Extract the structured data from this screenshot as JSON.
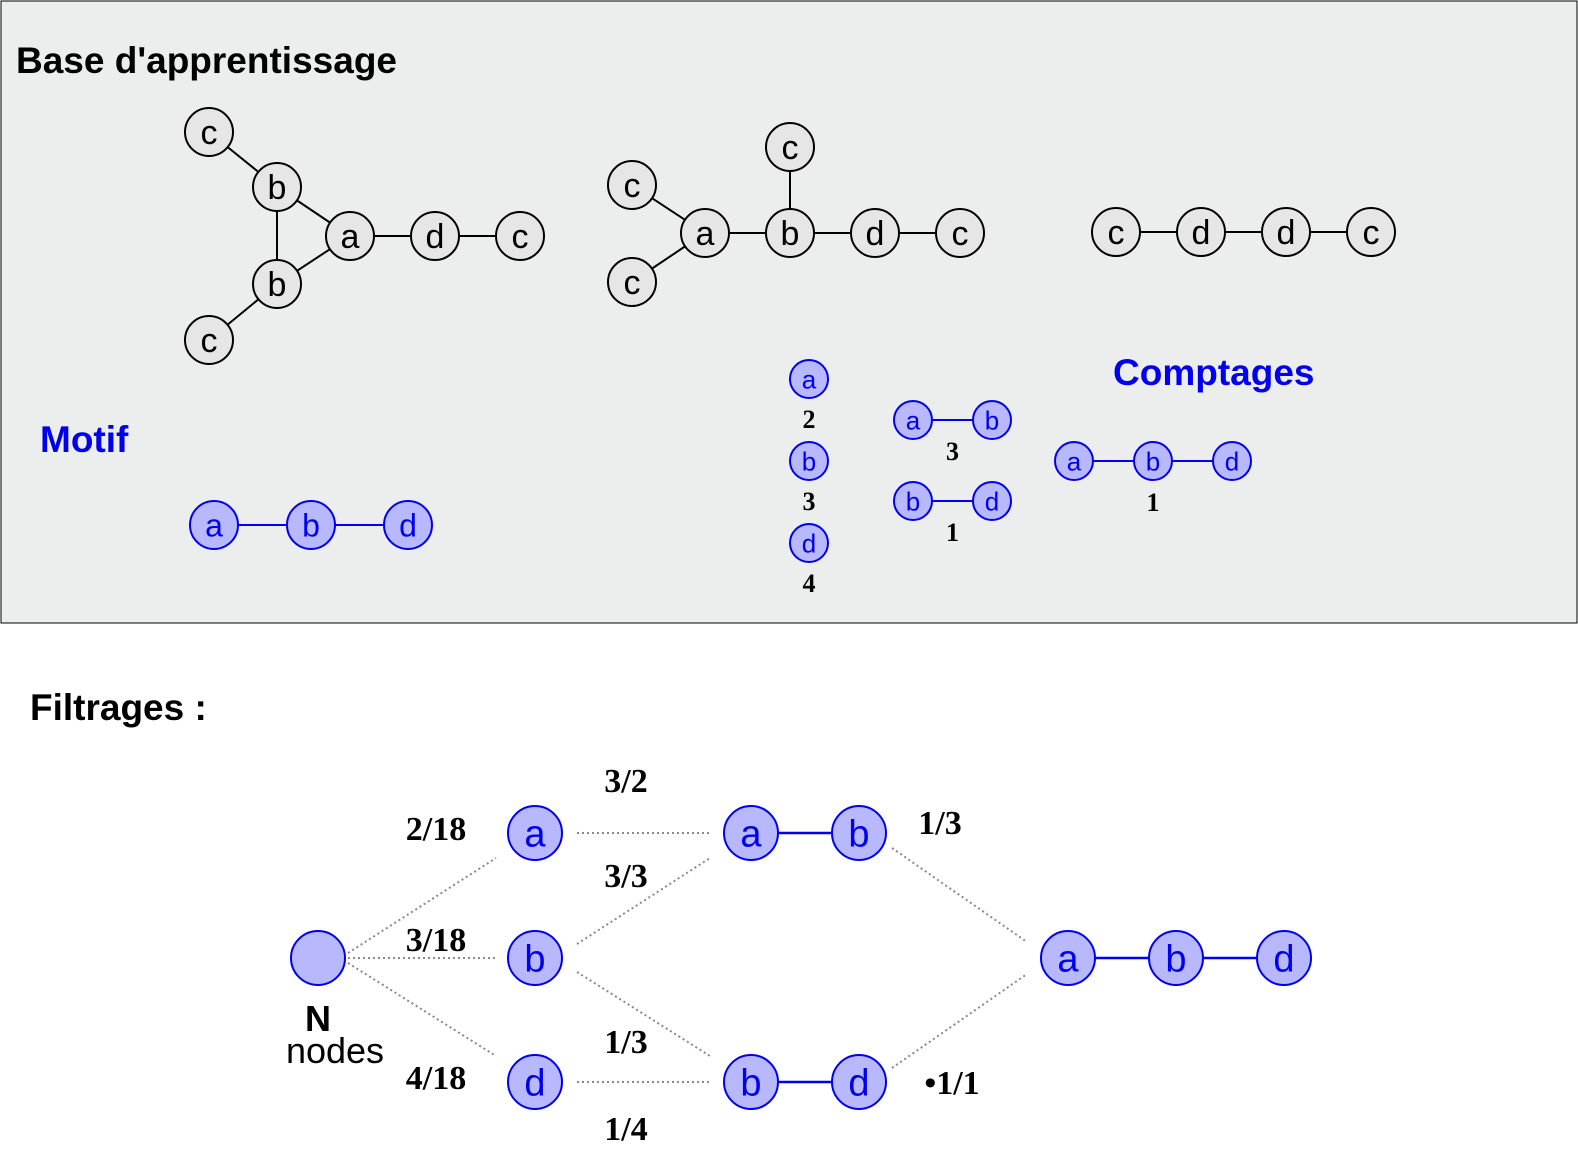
{
  "colors": {
    "panel_bg": "#eceeee",
    "panel_border": "#000000",
    "graph_node_fill": "#e6e6e6",
    "graph_stroke": "#000000",
    "motif_fill": "#b8b8ff",
    "motif_stroke": "#0000ee",
    "motif_text": "#0000ee",
    "dotted_edge": "#888888"
  },
  "titles": {
    "base": "Base d'apprentissage",
    "motif": "Motif",
    "comptages": "Comptages",
    "filtrages": "Filtrages :"
  },
  "graphs": [
    {
      "nodes": [
        {
          "id": "g1c1",
          "label": "c"
        },
        {
          "id": "g1b1",
          "label": "b"
        },
        {
          "id": "g1b2",
          "label": "b"
        },
        {
          "id": "g1c2",
          "label": "c"
        },
        {
          "id": "g1a",
          "label": "a"
        },
        {
          "id": "g1d",
          "label": "d"
        },
        {
          "id": "g1c3",
          "label": "c"
        }
      ],
      "edges": [
        [
          "g1c1",
          "g1b1"
        ],
        [
          "g1b1",
          "g1b2"
        ],
        [
          "g1b1",
          "g1a"
        ],
        [
          "g1b2",
          "g1a"
        ],
        [
          "g1b2",
          "g1c2"
        ],
        [
          "g1a",
          "g1d"
        ],
        [
          "g1d",
          "g1c3"
        ]
      ]
    },
    {
      "nodes": [
        {
          "id": "g2c1",
          "label": "c"
        },
        {
          "id": "g2c2",
          "label": "c"
        },
        {
          "id": "g2a",
          "label": "a"
        },
        {
          "id": "g2ct",
          "label": "c"
        },
        {
          "id": "g2b",
          "label": "b"
        },
        {
          "id": "g2d",
          "label": "d"
        },
        {
          "id": "g2c3",
          "label": "c"
        }
      ],
      "edges": [
        [
          "g2c1",
          "g2a"
        ],
        [
          "g2c2",
          "g2a"
        ],
        [
          "g2a",
          "g2b"
        ],
        [
          "g2ct",
          "g2b"
        ],
        [
          "g2b",
          "g2d"
        ],
        [
          "g2d",
          "g2c3"
        ]
      ]
    },
    {
      "nodes": [
        {
          "id": "g3c1",
          "label": "c"
        },
        {
          "id": "g3d1",
          "label": "d"
        },
        {
          "id": "g3d2",
          "label": "d"
        },
        {
          "id": "g3c2",
          "label": "c"
        }
      ],
      "edges": [
        [
          "g3c1",
          "g3d1"
        ],
        [
          "g3d1",
          "g3d2"
        ],
        [
          "g3d2",
          "g3c2"
        ]
      ]
    }
  ],
  "motif": {
    "nodes": [
      {
        "id": "m_a",
        "label": "a"
      },
      {
        "id": "m_b",
        "label": "b"
      },
      {
        "id": "m_d",
        "label": "d"
      }
    ],
    "edges": [
      [
        "m_a",
        "m_b"
      ],
      [
        "m_b",
        "m_d"
      ]
    ]
  },
  "comptages": {
    "singles": [
      {
        "id": "cs_a",
        "label": "a",
        "count": "2"
      },
      {
        "id": "cs_b",
        "label": "b",
        "count": "3"
      },
      {
        "id": "cs_d",
        "label": "d",
        "count": "4"
      }
    ],
    "pairs": [
      {
        "id": "cp_ab",
        "labels": [
          "a",
          "b"
        ],
        "count": "3"
      },
      {
        "id": "cp_bd",
        "labels": [
          "b",
          "d"
        ],
        "count": "1"
      }
    ],
    "triples": [
      {
        "id": "ct_abd",
        "labels": [
          "a",
          "b",
          "d"
        ],
        "count": "1"
      }
    ]
  },
  "filtrages": {
    "root": {
      "id": "f_root",
      "label": "",
      "caption_bold": "N",
      "caption": "nodes"
    },
    "nodes": [
      {
        "id": "f_a",
        "labels": [
          "a"
        ]
      },
      {
        "id": "f_b",
        "labels": [
          "b"
        ]
      },
      {
        "id": "f_d",
        "labels": [
          "d"
        ]
      },
      {
        "id": "f_ab",
        "labels": [
          "a",
          "b"
        ]
      },
      {
        "id": "f_bd",
        "labels": [
          "b",
          "d"
        ]
      },
      {
        "id": "f_abd",
        "labels": [
          "a",
          "b",
          "d"
        ]
      }
    ],
    "edges": [
      {
        "from": "f_root",
        "to": "f_a",
        "ratio": "2/18"
      },
      {
        "from": "f_root",
        "to": "f_b",
        "ratio": "3/18"
      },
      {
        "from": "f_root",
        "to": "f_d",
        "ratio": "4/18"
      },
      {
        "from": "f_a",
        "to": "f_ab",
        "ratio": "3/2"
      },
      {
        "from": "f_b",
        "to": "f_ab",
        "ratio": "3/3"
      },
      {
        "from": "f_b",
        "to": "f_bd",
        "ratio": "1/3"
      },
      {
        "from": "f_d",
        "to": "f_bd",
        "ratio": "1/4"
      },
      {
        "from": "f_ab",
        "to": "f_abd",
        "ratio": "1/3"
      },
      {
        "from": "f_bd",
        "to": "f_abd",
        "ratio": "•1/1"
      }
    ]
  }
}
